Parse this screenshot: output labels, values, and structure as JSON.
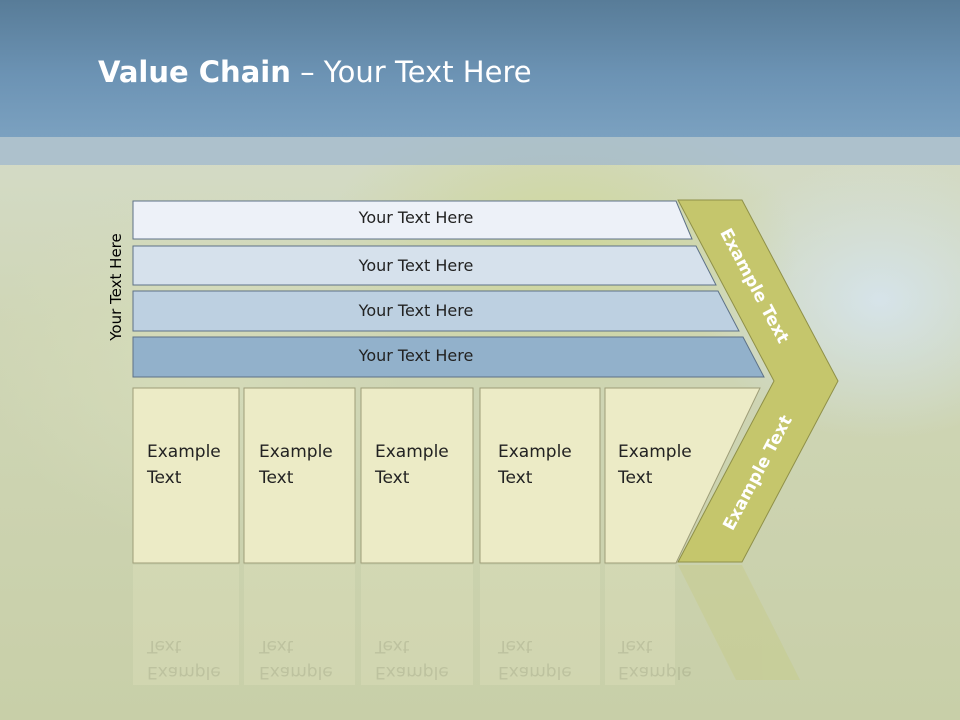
{
  "title": {
    "bold": "Value Chain",
    "rest": " – Your Text Here"
  },
  "side_label": "Your Text Here",
  "bands": [
    {
      "label": "Your Text Here"
    },
    {
      "label": "Your Text Here"
    },
    {
      "label": "Your Text Here"
    },
    {
      "label": "Your Text Here"
    }
  ],
  "columns": [
    {
      "label": "Example\nText"
    },
    {
      "label": "Example\nText"
    },
    {
      "label": "Example\nText"
    },
    {
      "label": "Example\nText"
    },
    {
      "label": "Example\nText"
    }
  ],
  "arrow": {
    "upper_label": "Example Text",
    "lower_label": "Example Text"
  },
  "colors": {
    "header": "#6c93b4",
    "band1": "#edf1f8",
    "band2": "#d6e1ec",
    "band3": "#bdd0e1",
    "band4": "#92b1cb",
    "column_fill": "#ecebc6",
    "arrow_fill": "#c5c66c"
  }
}
